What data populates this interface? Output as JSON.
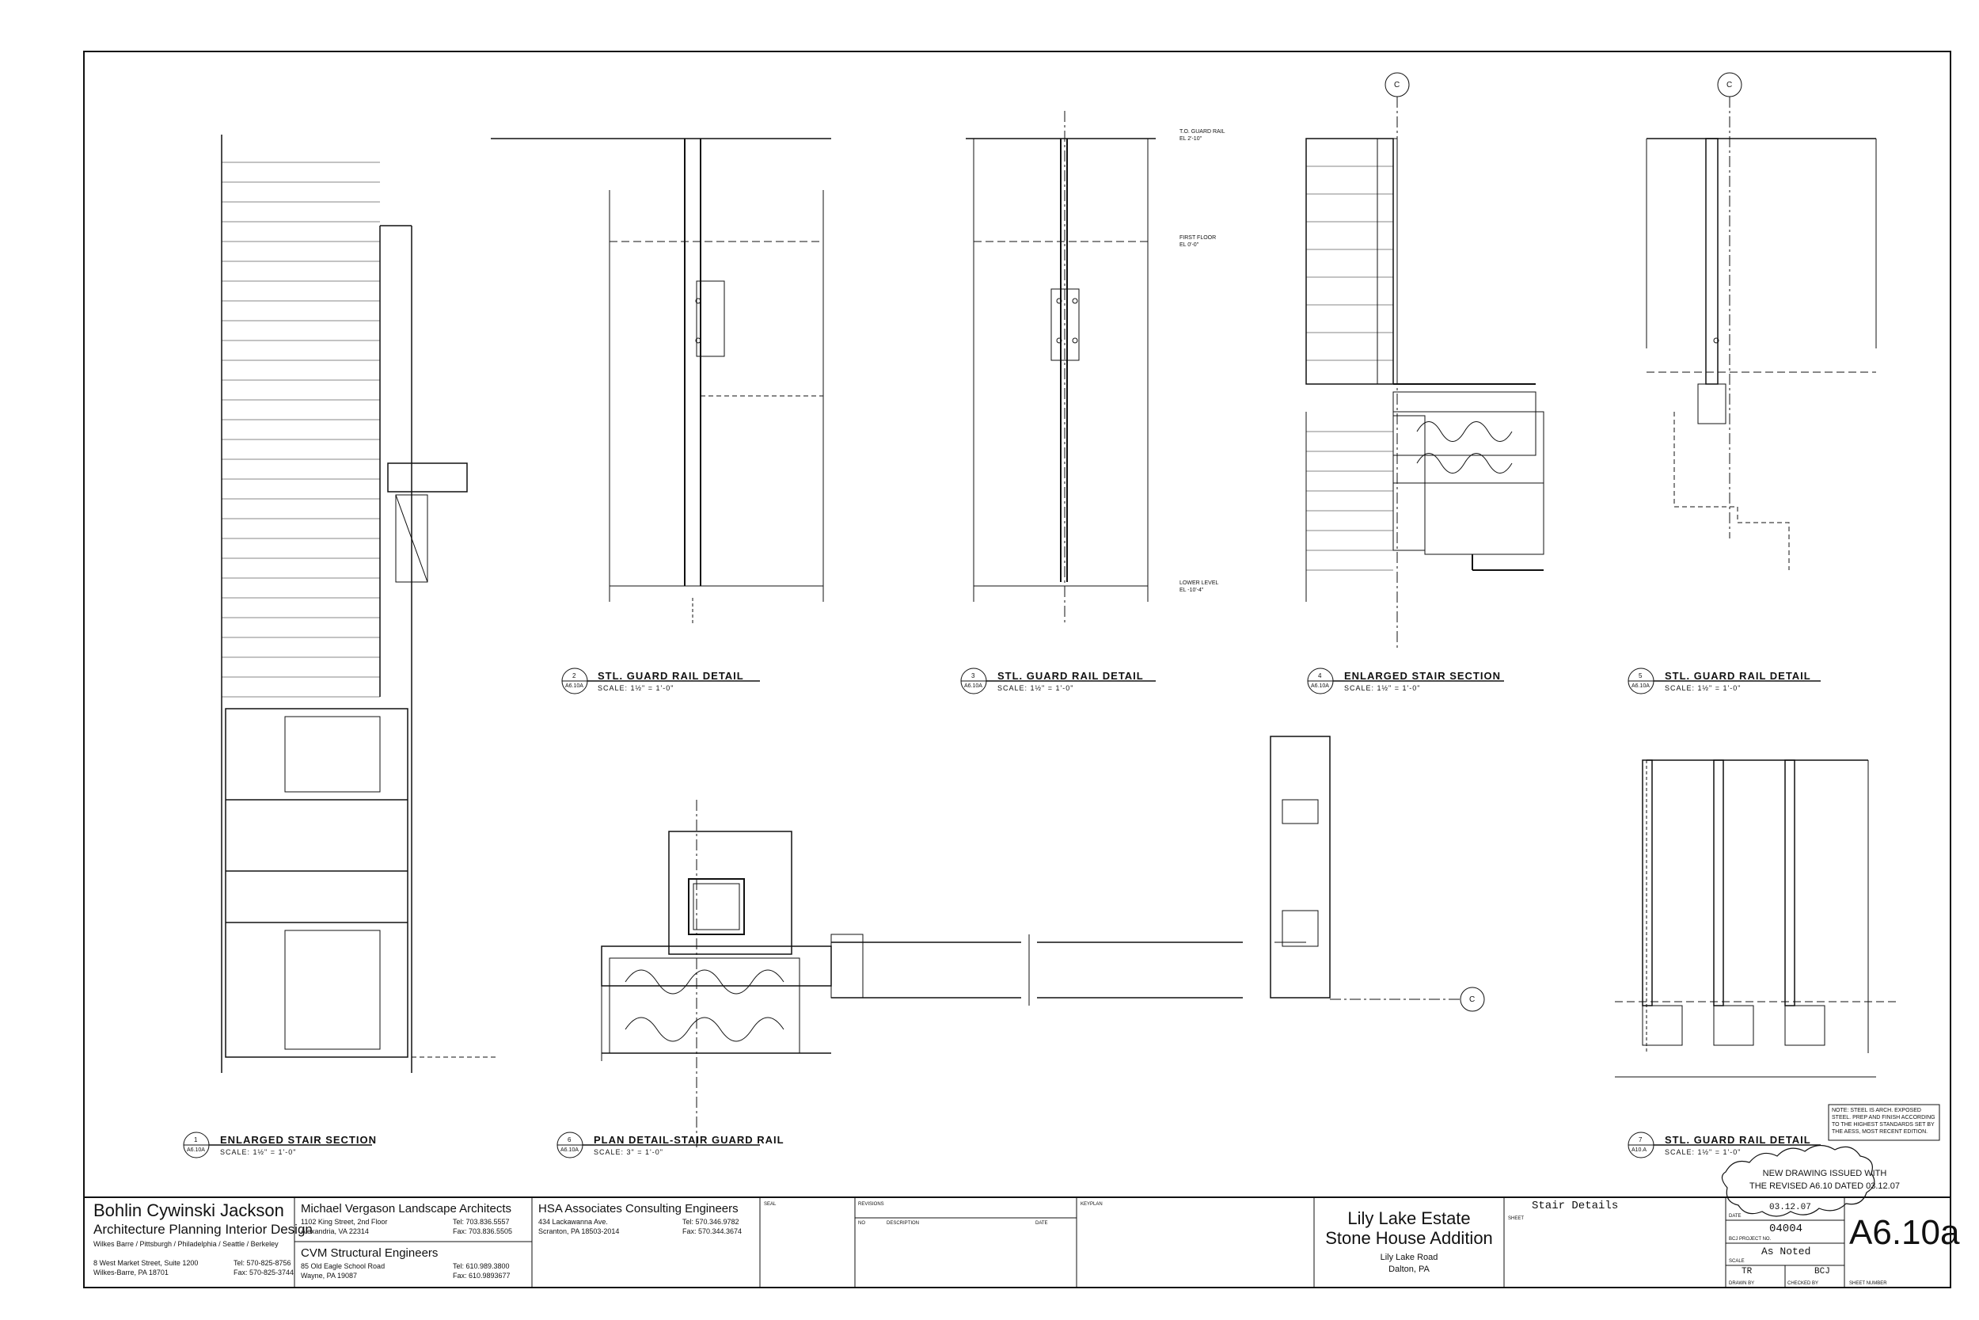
{
  "drawing_titles": [
    {
      "num": "1",
      "ref": "A6.10A",
      "title": "ENLARGED STAIR SECTION",
      "scale": "SCALE: 1½\" = 1'-0\""
    },
    {
      "num": "2",
      "ref": "A6.10A",
      "title": "STL. GUARD RAIL DETAIL",
      "scale": "SCALE: 1½\" = 1'-0\""
    },
    {
      "num": "3",
      "ref": "A6.10A",
      "title": "STL. GUARD RAIL DETAIL",
      "scale": "SCALE: 1½\" = 1'-0\""
    },
    {
      "num": "4",
      "ref": "A6.10A",
      "title": "ENLARGED STAIR SECTION",
      "scale": "SCALE: 1½\" = 1'-0\""
    },
    {
      "num": "5",
      "ref": "A6.10A",
      "title": "STL. GUARD RAIL DETAIL",
      "scale": "SCALE: 1½\" = 1'-0\""
    },
    {
      "num": "6",
      "ref": "A6.10A",
      "title": "PLAN DETAIL-STAIR GUARD RAIL",
      "scale": "SCALE: 3\" = 1'-0\""
    },
    {
      "num": "7",
      "ref": "A10.A",
      "title": "STL. GUARD RAIL DETAIL",
      "scale": "SCALE: 1½\" = 1'-0\""
    }
  ],
  "elevations": {
    "to_guard_rail": "T.O. GUARD RAIL",
    "to_guard_rail_el": "EL 2'-10\"",
    "first_floor": "FIRST FLOOR",
    "first_floor_el": "EL 0'-0\"",
    "lower_level": "LOWER LEVEL",
    "lower_level_el": "EL -10'-4\""
  },
  "grid": "C",
  "steel_note": "NOTE: STEEL IS ARCH. EXPOSED STEEL. PREP AND FINISH ACCORDING TO THE HIGHEST STANDARDS SET BY THE AESS, MOST RECENT EDITION.",
  "revision_cloud": {
    "line1": "NEW DRAWING ISSUED WITH",
    "line2": "THE REVISED A6.10 DATED 03.12.07"
  },
  "title_block": {
    "firm": {
      "name": "Bohlin Cywinski Jackson",
      "disciplines": "Architecture Planning Interior Design",
      "offices": "Wilkes Barre / Pittsburgh / Philadelphia / Seattle / Berkeley",
      "address1": "8 West Market Street, Suite 1200",
      "address2": "Wilkes-Barre, PA  18701",
      "tel": "Tel: 570-825-8756",
      "fax": "Fax: 570-825-3744"
    },
    "landscape": {
      "name": "Michael Vergason Landscape Architects",
      "address1": "1102 King Street, 2nd Floor",
      "address2": "Alexandria, VA 22314",
      "tel": "Tel: 703.836.5557",
      "fax": "Fax: 703.836.5505"
    },
    "structural": {
      "name": "CVM Structural Engineers",
      "address1": "85 Old Eagle School Road",
      "address2": "Wayne, PA 19087",
      "tel": "Tel: 610.989.3800",
      "fax": "Fax: 610.9893677"
    },
    "mep": {
      "name": "HSA Associates Consulting Engineers",
      "address1": "434 Lackawanna Ave.",
      "address2": "Scranton, PA 18503-2014",
      "tel": "Tel: 570.346.9782",
      "fax": "Fax: 570.344.3674"
    },
    "seal_label": "SEAL",
    "revisions_label": "REVISIONS",
    "no_label": "NO",
    "description_label": "DESCRIPTION",
    "date_col_label": "DATE",
    "keyplan_label": "KEYPLAN",
    "project": {
      "line1": "Lily Lake Estate",
      "line2": "Stone House Addition",
      "road": "Lily Lake Road",
      "town": "Dalton, PA"
    },
    "sheet_label": "SHEET",
    "sheet_title": "Stair Details",
    "date_label": "DATE",
    "date": "03.12.07",
    "project_no_label": "BCJ PROJECT NO.",
    "project_no": "04004",
    "scale_label": "SCALE",
    "scale": "As Noted",
    "drawn_by_label": "DRAWN BY",
    "drawn_by": "TR",
    "checked_by_label": "CHECKED BY",
    "checked_by": "BCJ",
    "sheet_number_label": "SHEET NUMBER",
    "sheet_number": "A6.10a"
  }
}
